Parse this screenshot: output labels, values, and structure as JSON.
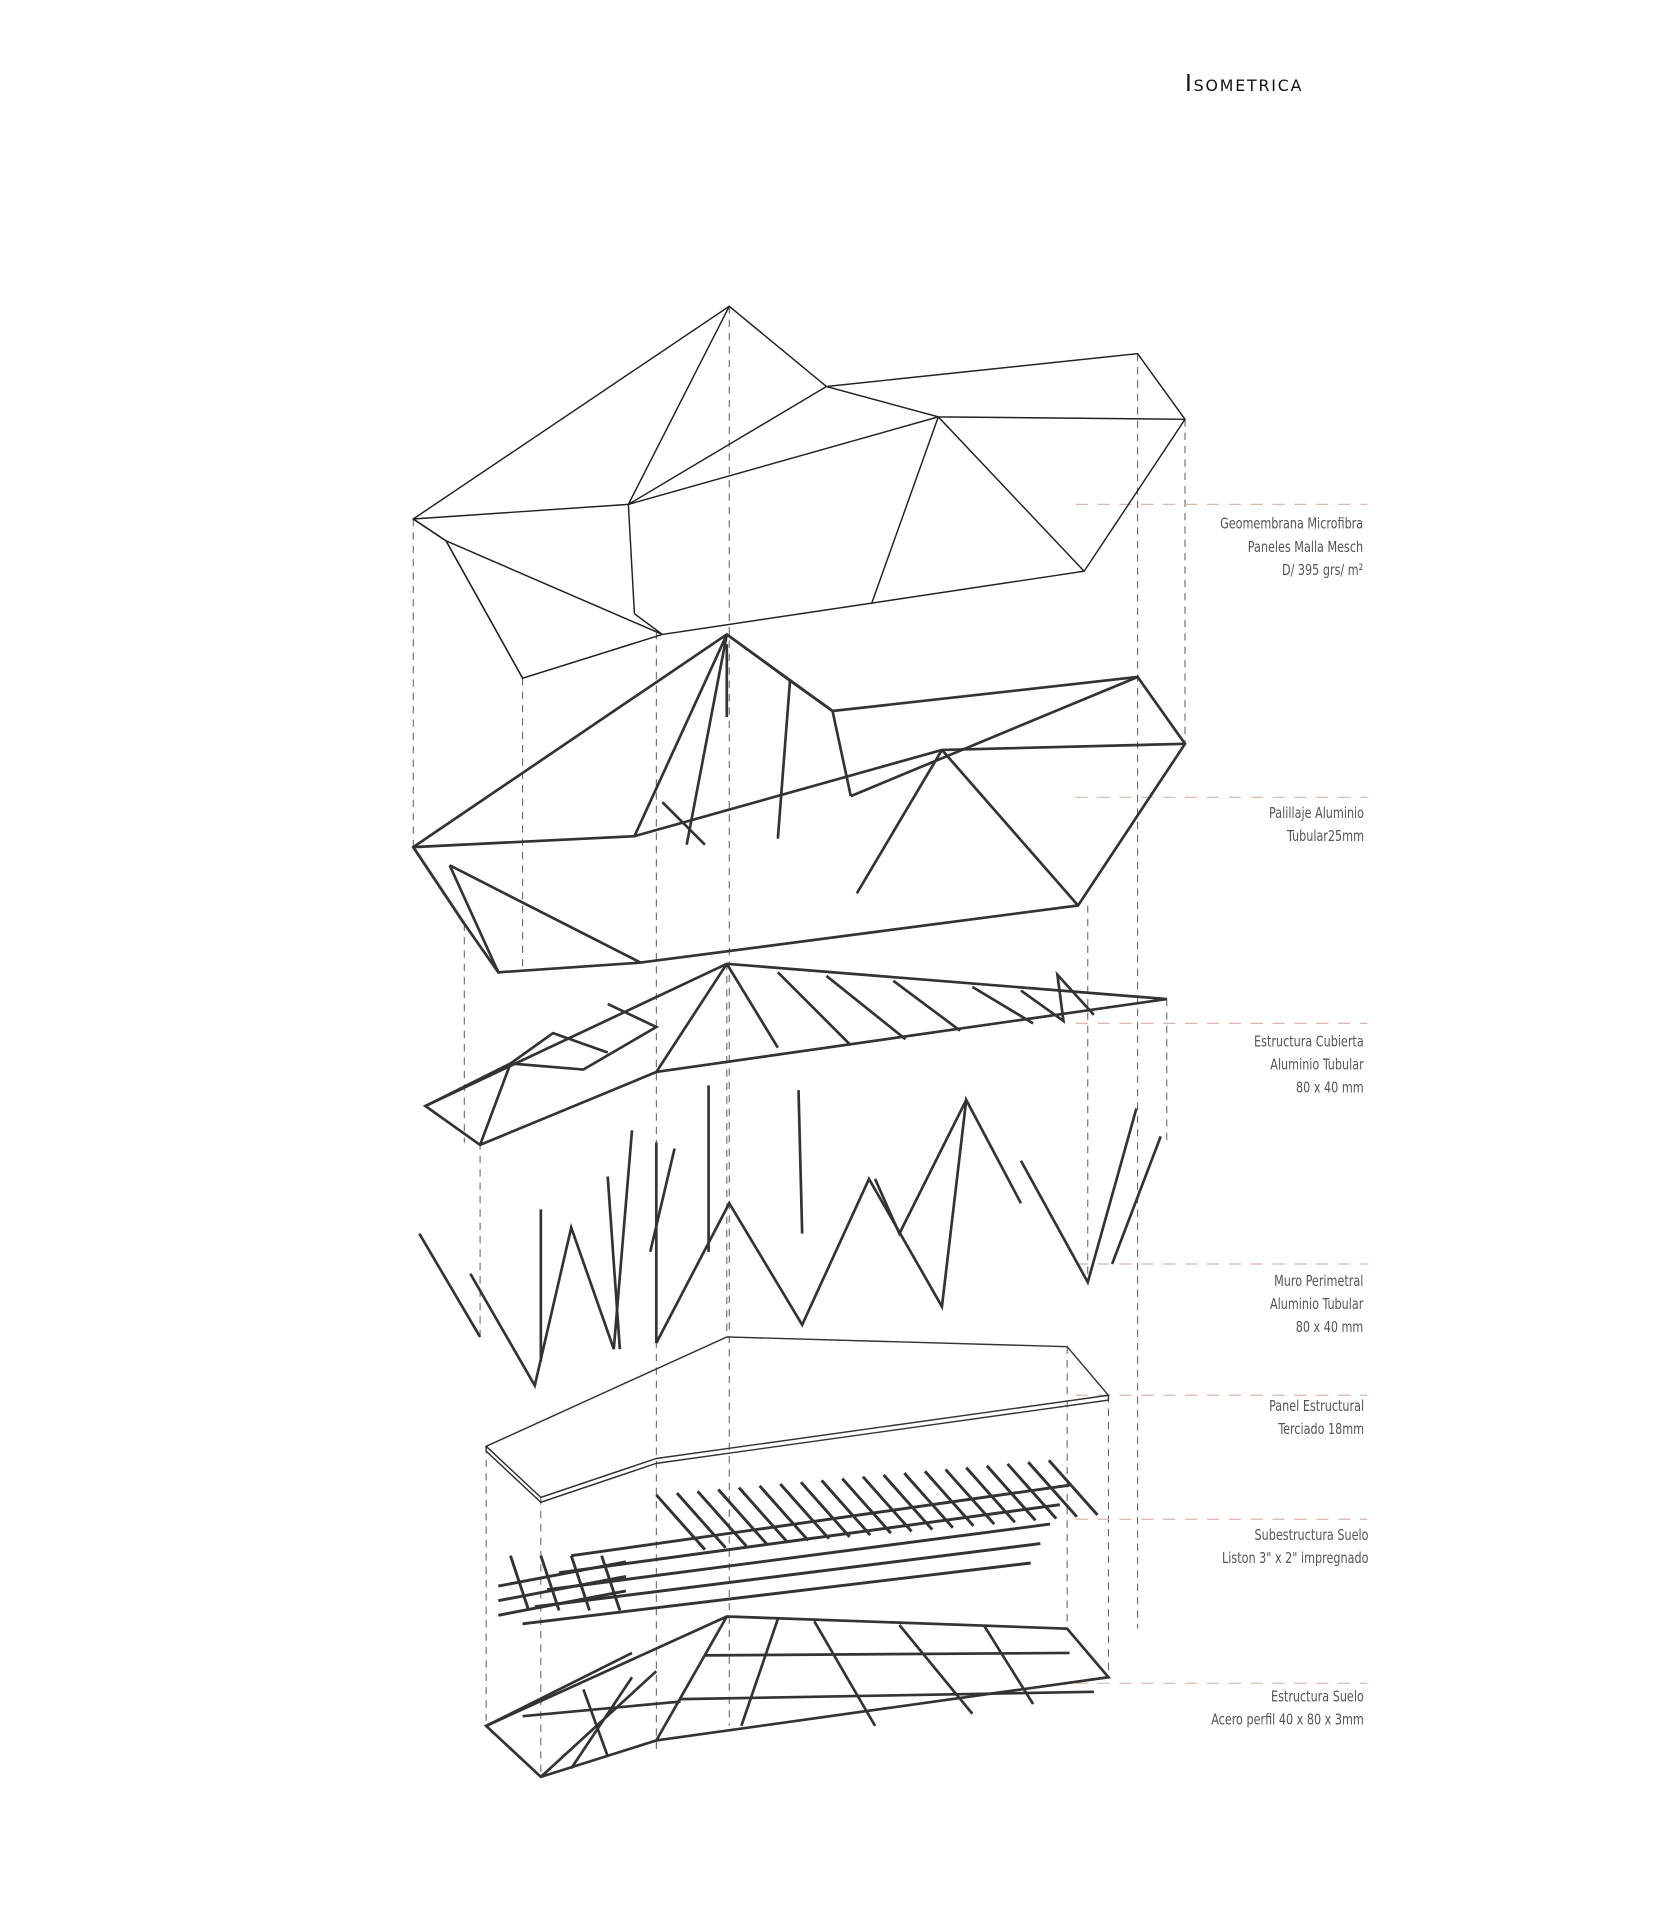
{
  "title": "Isometrica",
  "layers": [
    {
      "lines": [
        "Geomembrana Microfibra",
        "Paneles Malla Mesch",
        "D/ 395 grs/ m²"
      ]
    },
    {
      "lines": [
        "Palillaje Aluminio",
        "Tubular25mm"
      ]
    },
    {
      "lines": [
        "Estructura Cubierta",
        "Aluminio Tubular",
        "80 x 40 mm"
      ]
    },
    {
      "lines": [
        "Muro Perimetral",
        "Aluminio Tubular",
        "80 x 40 mm"
      ]
    },
    {
      "lines": [
        "Panel Estructural",
        "Terciado 18mm"
      ]
    },
    {
      "lines": [
        "Subestructura Suelo",
        "Liston 3\" x 2\" impregnado"
      ]
    },
    {
      "lines": [
        "Estructura Suelo",
        "Acero perfil 40 x 80 x 3mm"
      ]
    }
  ],
  "colors": {
    "line": "#222222",
    "leader": "#d8b8aa",
    "dash": "#444444",
    "label": "#555555"
  }
}
